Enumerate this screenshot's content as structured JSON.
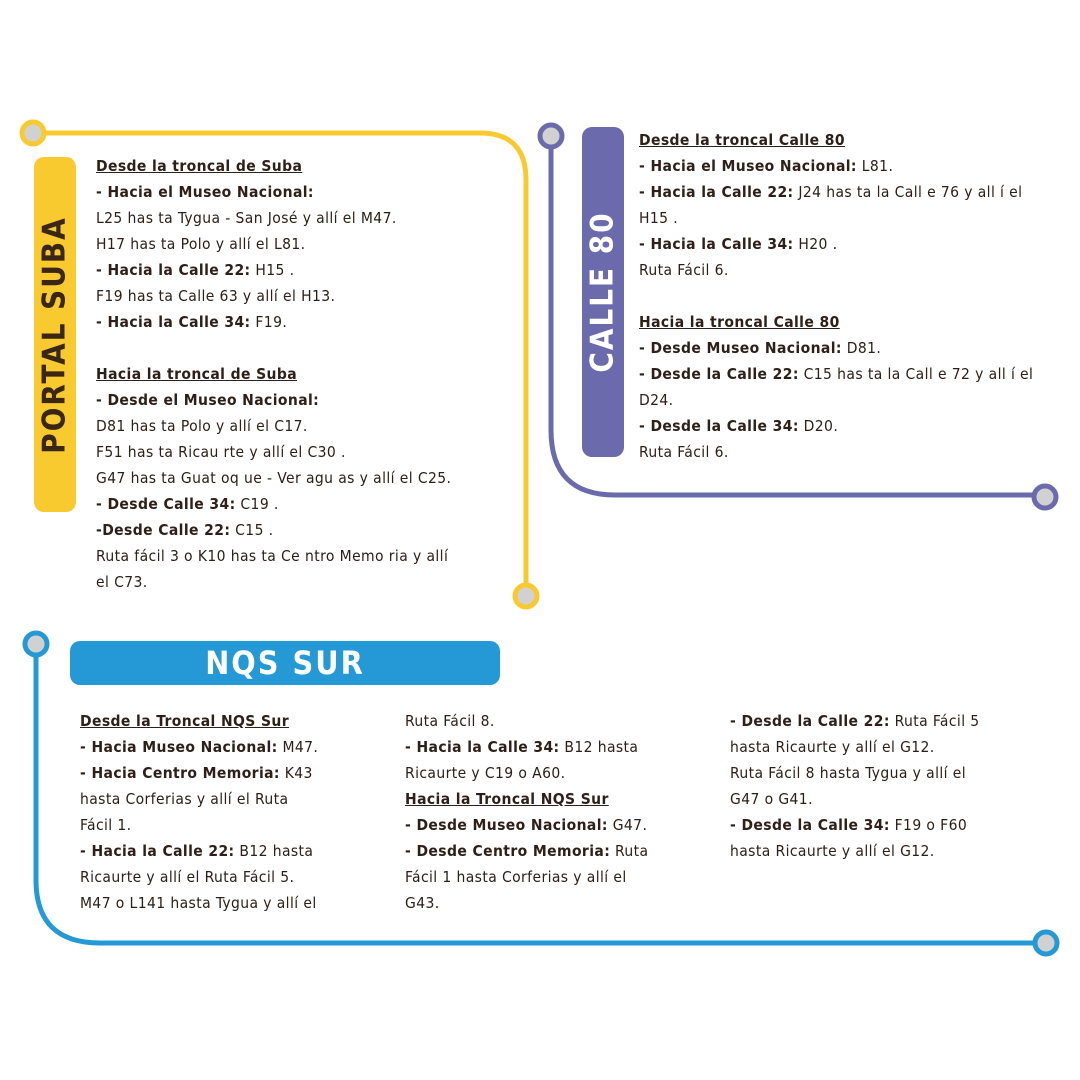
{
  "colors": {
    "suba": "#f9c930",
    "calle80": "#6a6aad",
    "nqs": "#2499d5",
    "text": "#2e2018",
    "node_fill": "#d1d1d1"
  },
  "suba": {
    "tag": "PORTAL SUBA",
    "h1": "Desde la troncal de Suba",
    "l1b": "- Hacia el Museo Nacional:",
    "l2": "L25 has ta Tygua - San José y allí el M47.",
    "l3": "H17 has ta Polo y allí el L81.",
    "l4b": "- Hacia la Calle 22:",
    "l4": " H15 .",
    "l5": "F19 has ta Calle 63 y allí el H13.",
    "l6b": "- Hacia la Calle 34:",
    "l6": " F19.",
    "h2": "Hacia la troncal de Suba",
    "m1b": "- Desde el Museo Nacional:",
    "m2": "D81 has ta Polo y allí el C17.",
    "m3": "F51 has ta Ricau rte y allí el C30 .",
    "m4": "G47 has ta Guat oq ue - Ver agu as y allí el C25.",
    "m5b": "- Desde Calle 34:",
    "m5": " C19 .",
    "m6b": "-Desde Calle 22:",
    "m6": " C15 .",
    "m7": "Ruta fácil 3 o K10 has ta Ce ntro Memo ria y allí",
    "m8": "el C73."
  },
  "calle80": {
    "tag": "CALLE 80",
    "h1": "Desde la troncal Calle 80",
    "a1b": "- Hacia el Museo Nacional:",
    "a1": " L81.",
    "a2b": "- Hacia la Calle 22:",
    "a2": " J24 has ta la Call e 76 y all í el",
    "a3": "H15 .",
    "a4b": "- Hacia la Calle 34:",
    "a4": " H20 .",
    "a5": "Ruta Fácil 6.",
    "h2": "Hacia la troncal Calle 80",
    "b1b": "- Desde Museo Nacional:",
    "b1": " D81.",
    "b2b": "- Desde la Calle 22:",
    "b2": " C15 has ta la Call e 72 y all í el",
    "b3": "D24.",
    "b4b": "- Desde la Calle 34:",
    "b4": " D20.",
    "b5": "Ruta Fácil 6."
  },
  "nqs": {
    "tag": "NQS SUR",
    "c1": {
      "h": "Desde la Troncal NQS Sur",
      "l1b": "- Hacia Museo Nacional:",
      "l1": " M47.",
      "l2b": "- Hacia Centro Memoria:",
      "l2": " K43",
      "l3": "hasta Corferias y allí el Ruta",
      "l4": "Fácil 1.",
      "l5b": "- Hacia la Calle 22:",
      "l5": " B12 hasta",
      "l6": "Ricaurte y allí el Ruta Fácil 5.",
      "l7": "M47 o L141 hasta Tygua y allí el"
    },
    "c2": {
      "l1": "Ruta Fácil 8.",
      "l2b": "- Hacia la Calle 34:",
      "l2": " B12 hasta",
      "l3": "Ricaurte y C19 o A60.",
      "h": "Hacia la Troncal NQS Sur",
      "l4b": "- Desde Museo Nacional:",
      "l4": " G47.",
      "l5b": "- Desde Centro Memoria:",
      "l5": " Ruta",
      "l6": "Fácil 1 hasta Corferias y allí el",
      "l7": "G43."
    },
    "c3": {
      "l1b": "- Desde la Calle 22:",
      "l1": " Ruta Fácil 5",
      "l2": "hasta Ricaurte y allí el G12.",
      "l3": "Ruta Fácil 8 hasta Tygua y allí el",
      "l4": "G47 o G41.",
      "l5b": "- Desde la Calle 34:",
      "l5": " F19 o F60",
      "l6": "hasta Ricaurte y allí el G12."
    }
  }
}
